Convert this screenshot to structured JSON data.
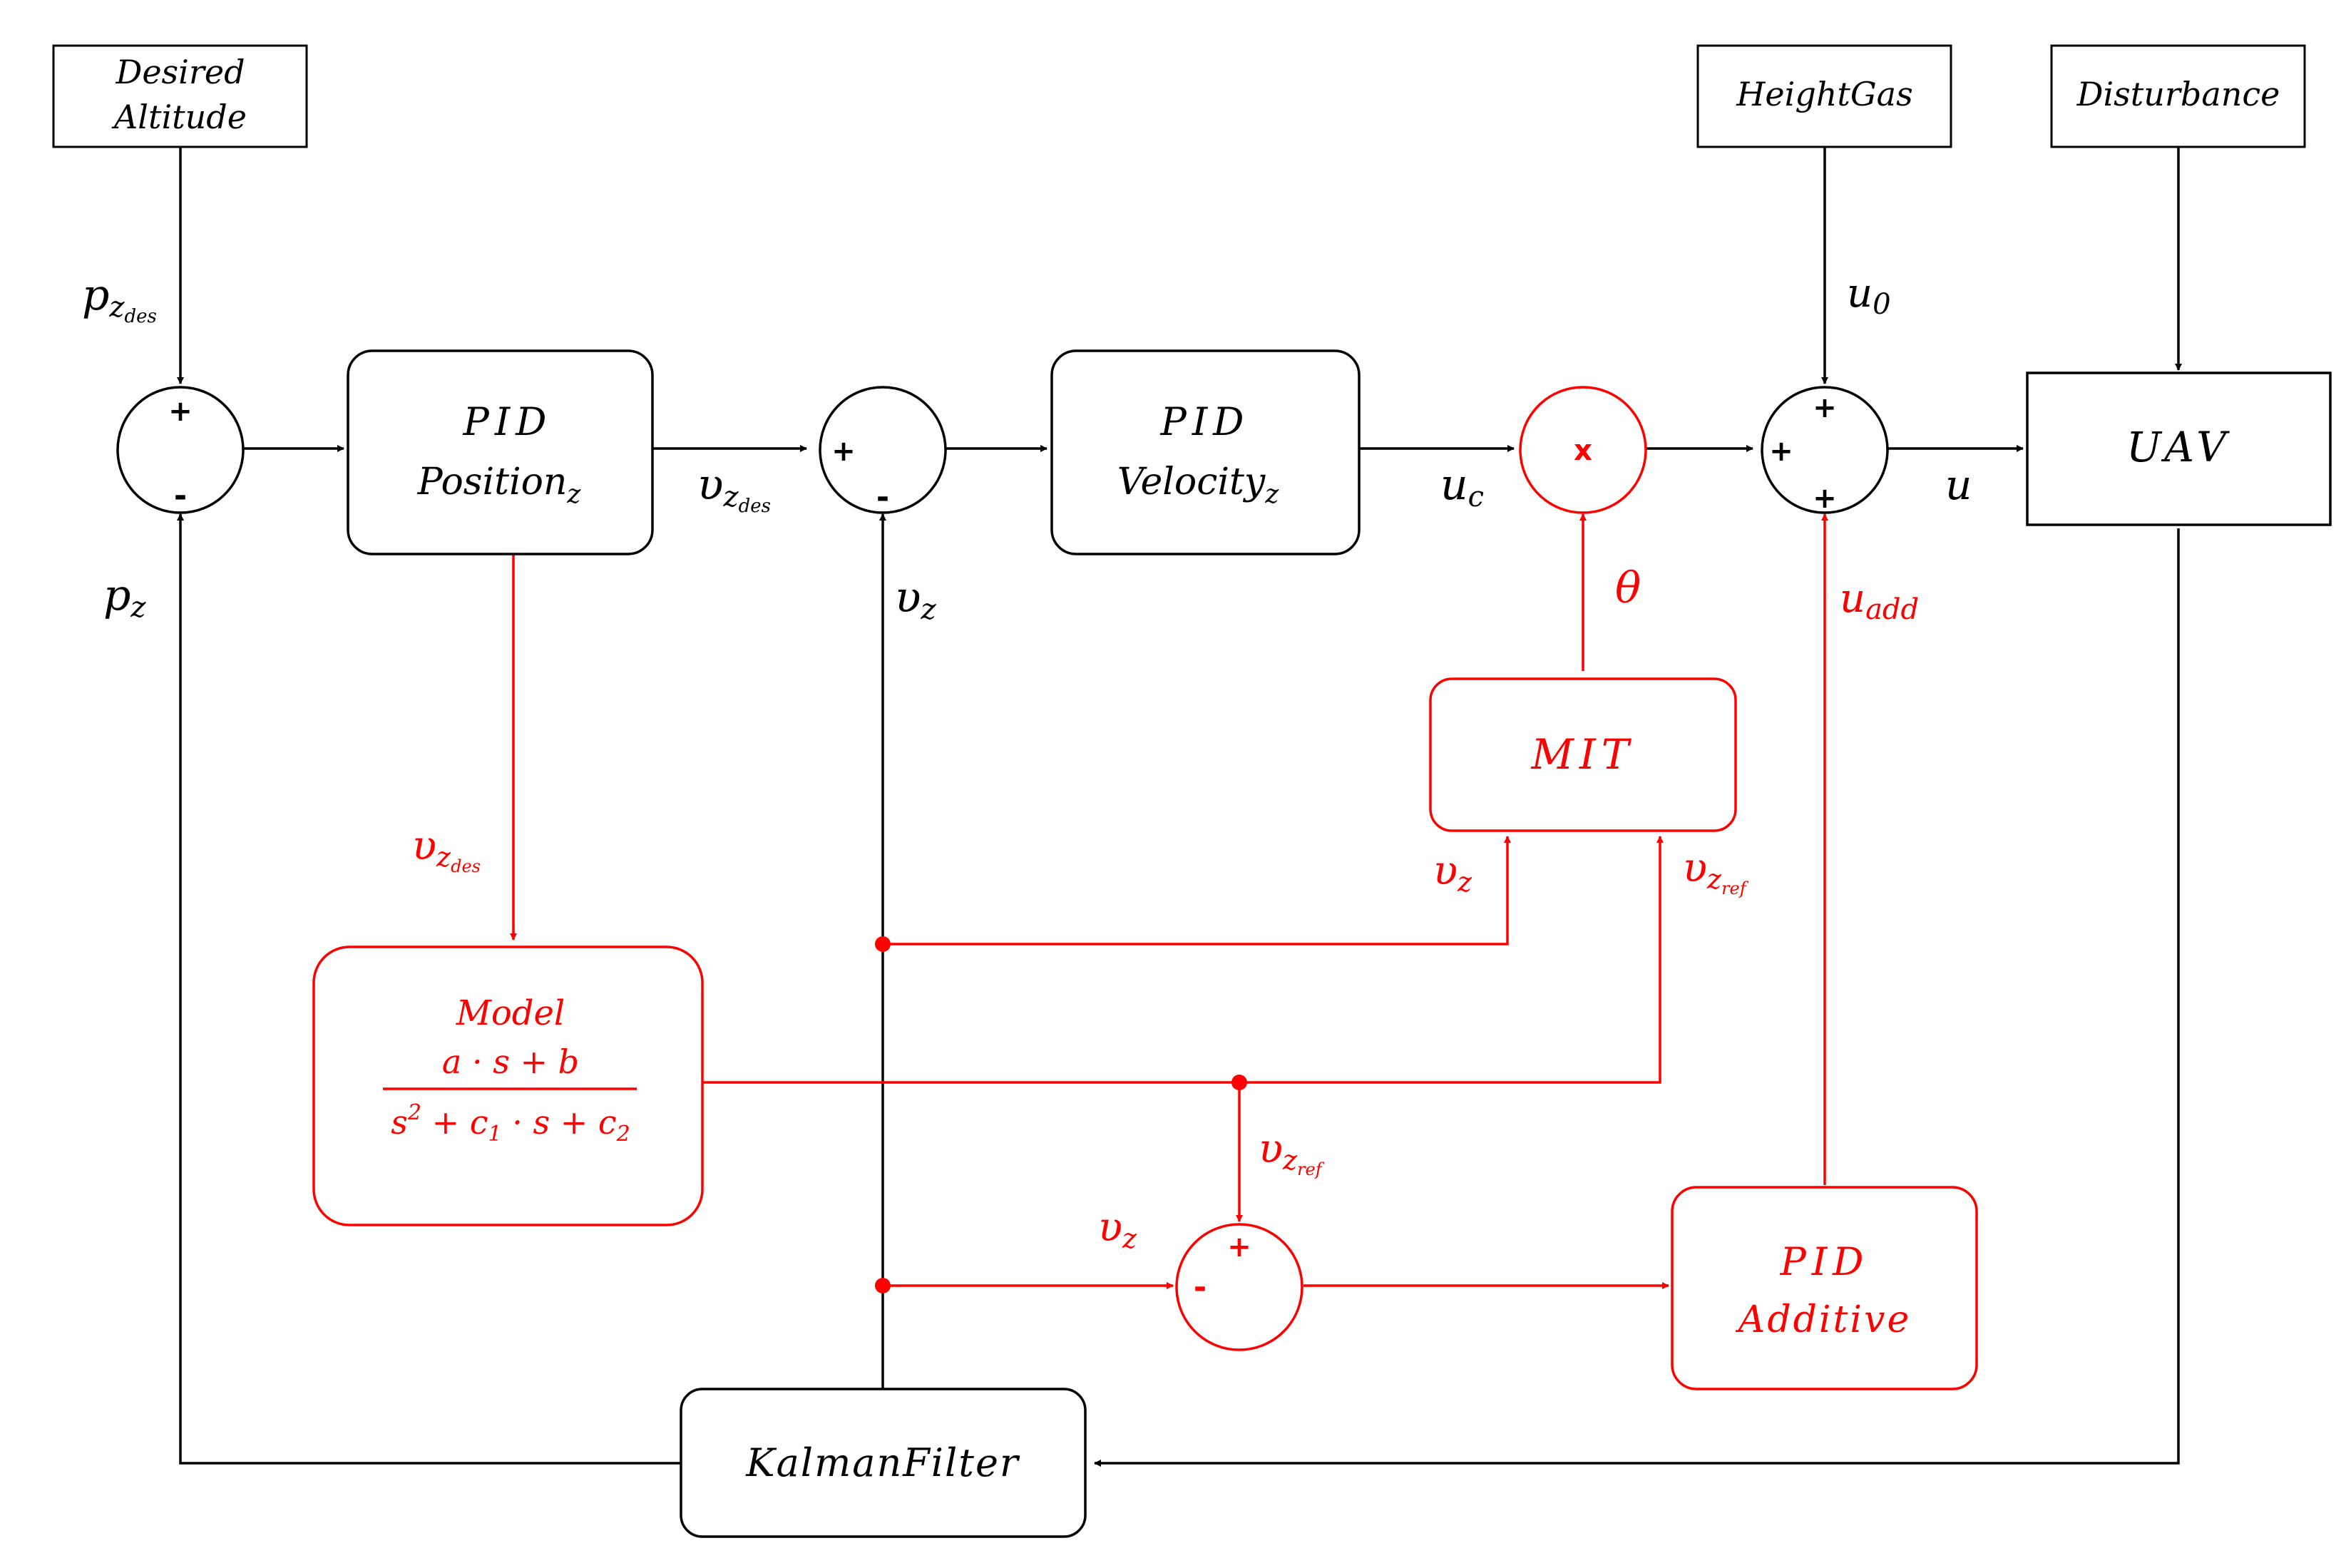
{
  "colors": {
    "main": "#000000",
    "adaptive": "#ff0000",
    "background": "#ffffff"
  },
  "blocks": {
    "desired_altitude": [
      "Desired",
      "Altitude"
    ],
    "height_gas": "HeightGas",
    "disturbance": "Disturbance",
    "pid_position": {
      "line1": "PID",
      "line2": "Position",
      "sub": "z"
    },
    "pid_velocity": {
      "line1": "PID",
      "line2": "Velocity",
      "sub": "z"
    },
    "uav": "UAV",
    "mit": "MIT",
    "model": {
      "title": "Model",
      "numerator": "a · s + b",
      "denominator": [
        "s",
        "2",
        " + c",
        "1",
        " · s + c",
        "2"
      ]
    },
    "pid_additive": [
      "PID",
      "Additive"
    ],
    "kalman": "KalmanFilter"
  },
  "multiplier_symbol": "x",
  "signs": {
    "plus": "+",
    "minus": "-"
  },
  "signals": {
    "p_z_des": {
      "main": "p",
      "sub": "z",
      "subsub": "des"
    },
    "p_z": {
      "main": "p",
      "sub": "z"
    },
    "v_z_des": {
      "main": "υ",
      "sub": "z",
      "subsub": "des"
    },
    "v_z": {
      "main": "υ",
      "sub": "z"
    },
    "v_z_ref": {
      "main": "υ",
      "sub": "z",
      "subsub": "ref"
    },
    "u_c": {
      "main": "u",
      "sub": "c"
    },
    "u_0": {
      "main": "u",
      "sub": "0"
    },
    "u": "u",
    "u_add": {
      "main": "u",
      "sub": "add"
    },
    "theta": "θ"
  }
}
